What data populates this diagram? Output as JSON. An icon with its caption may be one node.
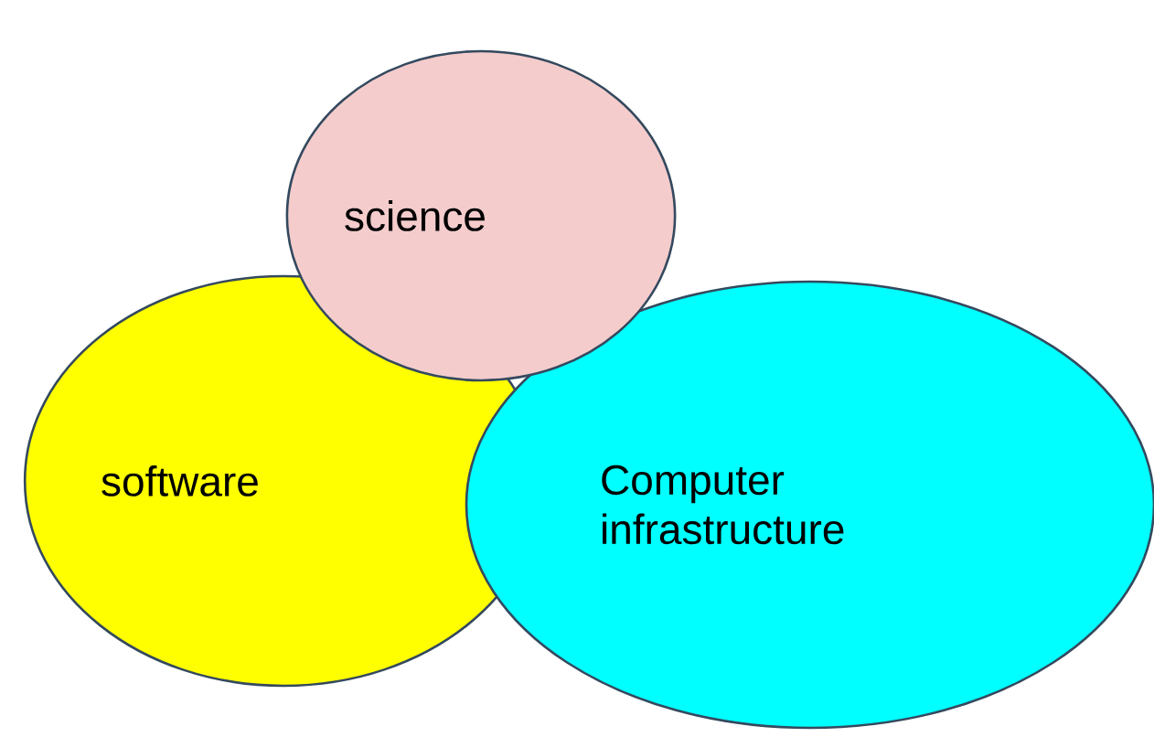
{
  "diagram": {
    "nodes": [
      {
        "text": [
          "science"
        ]
      },
      {
        "text": [
          "software"
        ]
      },
      {
        "text": [
          "Computer infrastructure"
        ]
      }
    ]
  }
}
